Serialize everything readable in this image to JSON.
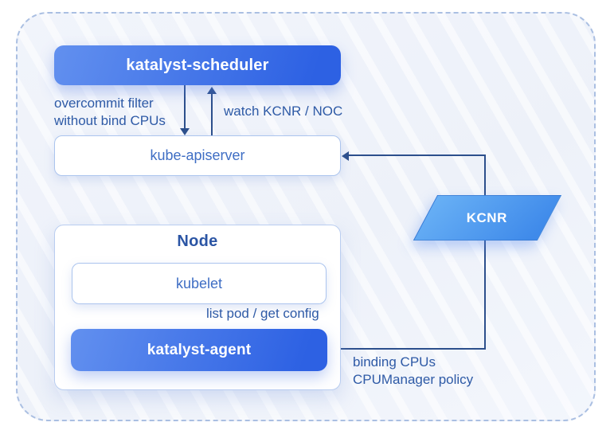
{
  "diagram": {
    "nodes": {
      "scheduler": {
        "label": "katalyst-scheduler"
      },
      "apiserver": {
        "label": "kube-apiserver"
      },
      "node_group": {
        "title": "Node"
      },
      "kubelet": {
        "label": "kubelet"
      },
      "agent": {
        "label": "katalyst-agent"
      },
      "kcnr": {
        "label": "KCNR"
      }
    },
    "edges": {
      "scheduler_to_apiserver": {
        "lines": [
          "overcommit filter",
          "without bind CPUs"
        ]
      },
      "apiserver_to_scheduler": {
        "label": "watch KCNR / NOC"
      },
      "kubelet_to_agent": {
        "label": "list pod / get config"
      },
      "agent_to_apiserver": {
        "lines": [
          "binding CPUs",
          "CPUManager policy"
        ]
      }
    },
    "colors": {
      "accent-start": "#6290ef",
      "accent-end": "#2d61e3",
      "kcnr-start": "#68b0f5",
      "kcnr-end": "#3f8aea",
      "connector": "#2c4f8c",
      "label-text": "#2e5aa6",
      "box-text": "#3f6ec4",
      "node-title": "#2b55a4",
      "dashed-border": "#aabfe2",
      "box-border": "#abc4ee"
    }
  }
}
